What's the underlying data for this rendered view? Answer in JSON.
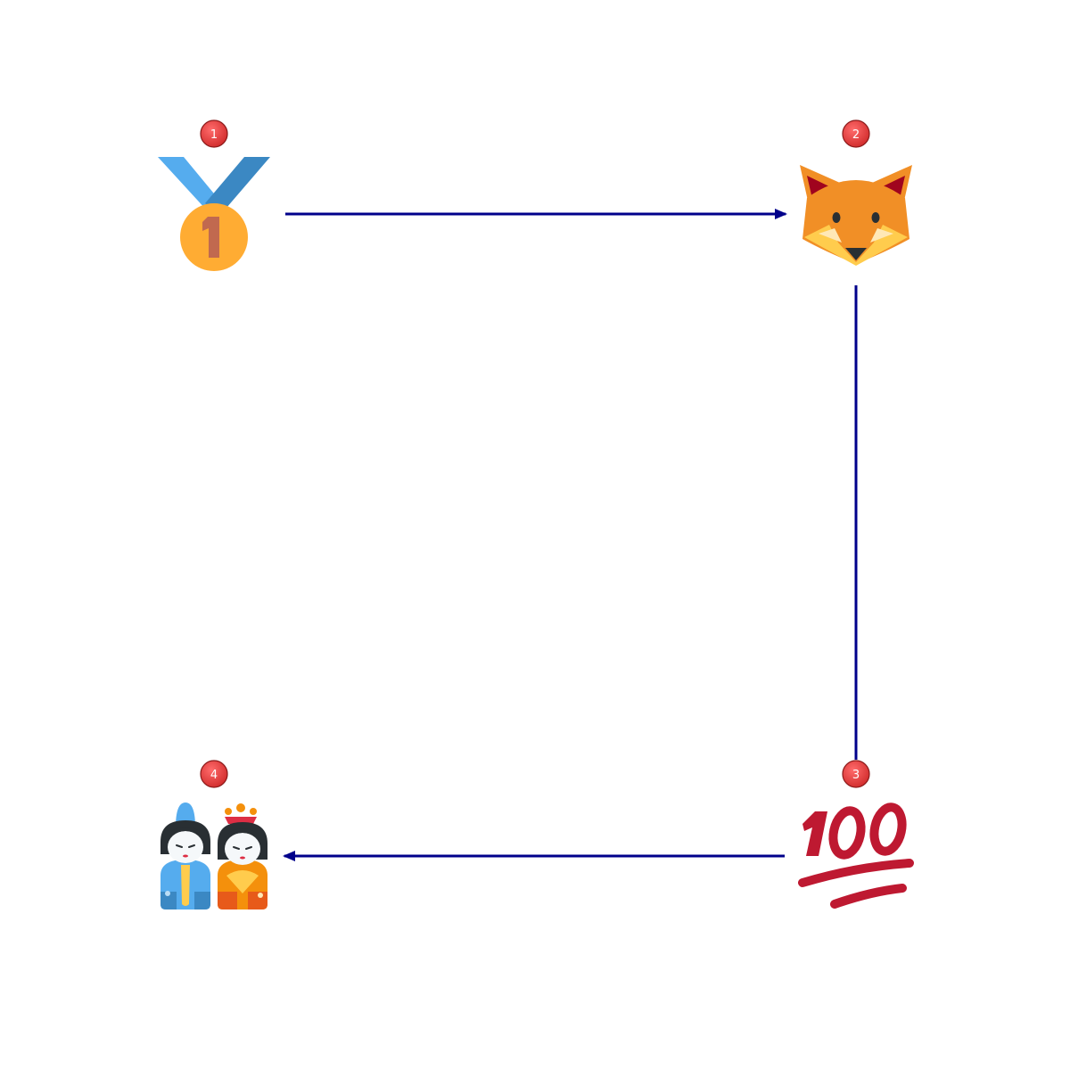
{
  "diagram": {
    "nodes": [
      {
        "id": "n1",
        "badge": "1",
        "icon": "1st-place-medal-icon"
      },
      {
        "id": "n2",
        "badge": "2",
        "icon": "fox-face-icon"
      },
      {
        "id": "n3",
        "badge": "3",
        "icon": "hundred-points-icon"
      },
      {
        "id": "n4",
        "badge": "4",
        "icon": "japanese-dolls-icon"
      }
    ],
    "edges": [
      {
        "from": "n1",
        "to": "n2",
        "arrow": true
      },
      {
        "from": "n2",
        "to": "n3",
        "arrow": false
      },
      {
        "from": "n3",
        "to": "n4",
        "arrow": true
      }
    ],
    "colors": {
      "edge": "#00008b",
      "badge": "#e53935",
      "badge_text": "#ffffff"
    }
  }
}
